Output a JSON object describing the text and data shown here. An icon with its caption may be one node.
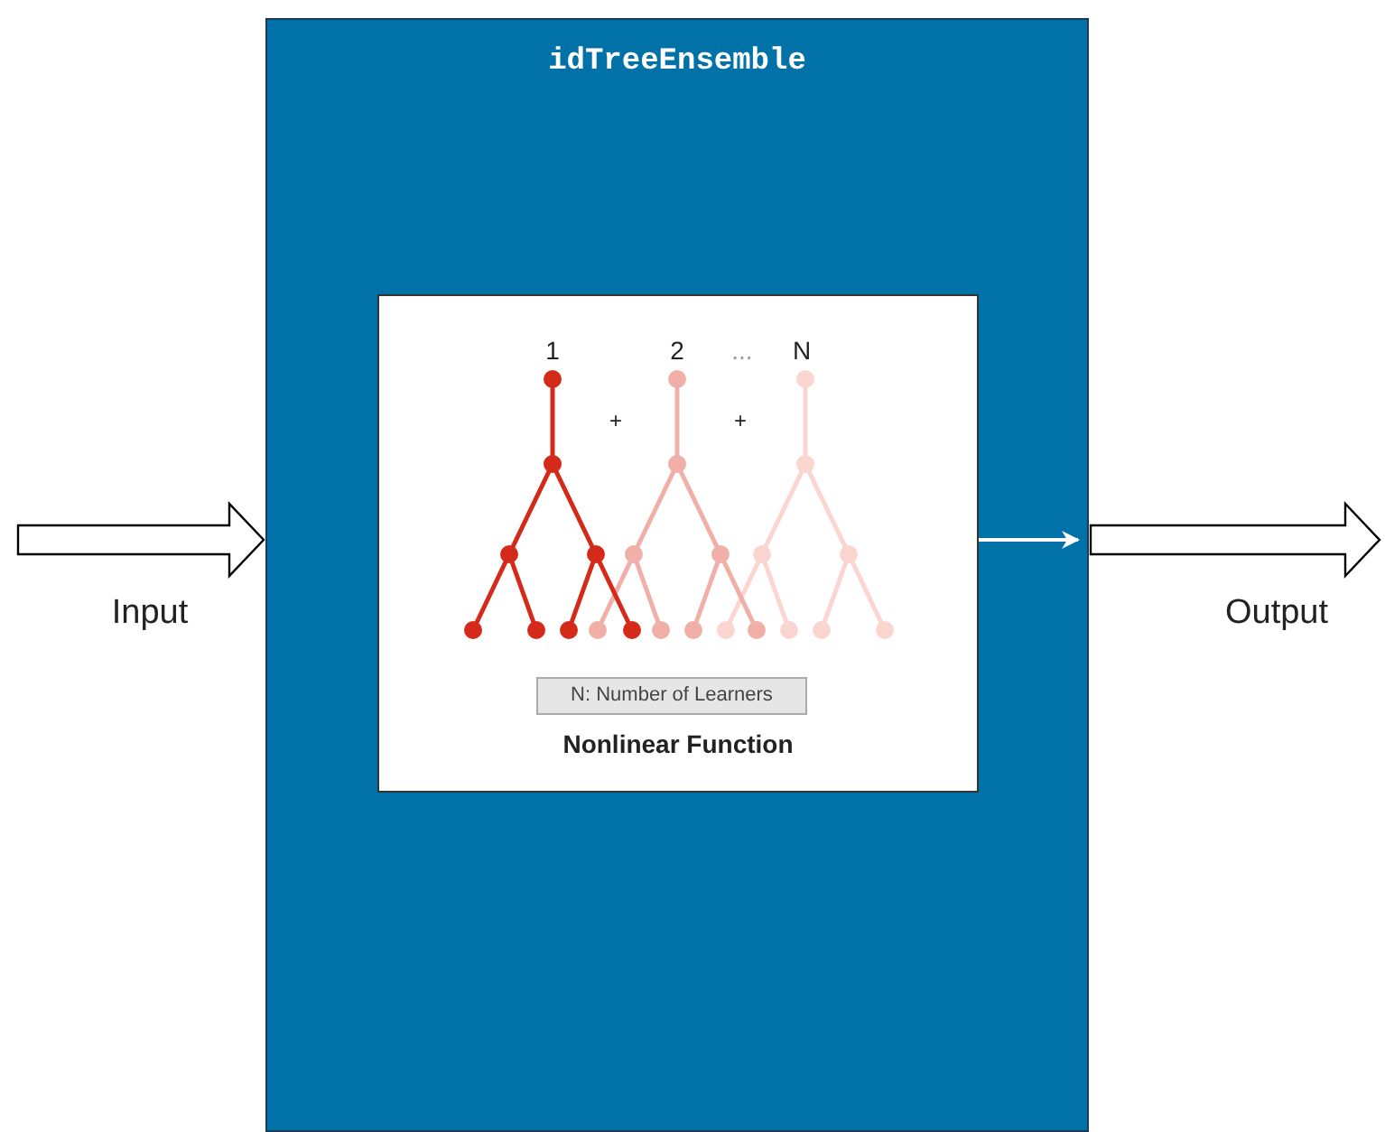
{
  "diagram": {
    "nodes": [
      {
        "text": [
          "idTreeEnsemble"
        ]
      },
      {
        "text": [
          "Nonlinear Function"
        ],
        "in": 0
      },
      {
        "text": [
          "N: Number of Learners"
        ],
        "in": 1
      }
    ],
    "edges": [
      {
        "from": null,
        "to": 0,
        "arrow": "to",
        "label": "Input",
        "style": "thick"
      },
      {
        "from": 1,
        "to": null,
        "arrow": "to",
        "color": "#ffffff"
      },
      {
        "from": 0,
        "to": null,
        "arrow": "to",
        "label": "Output",
        "style": "thick"
      }
    ],
    "labels": [
      "1",
      "2",
      "...",
      "N",
      "+",
      "+"
    ]
  }
}
